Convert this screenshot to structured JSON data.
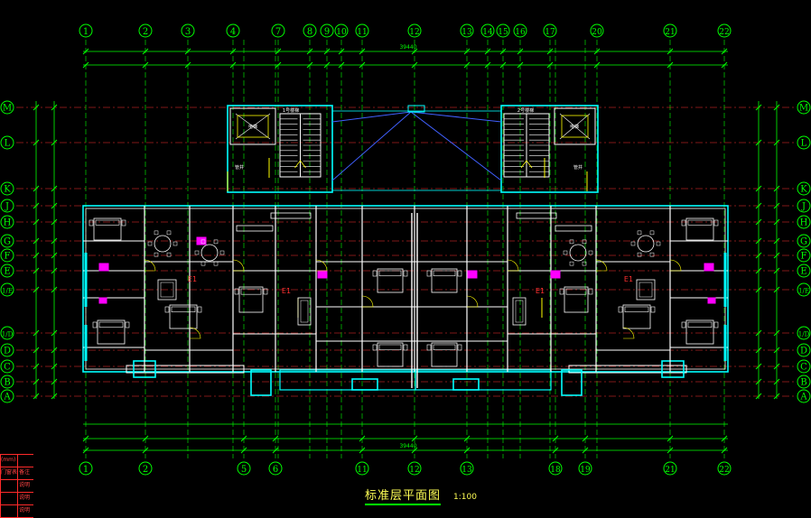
{
  "drawing": {
    "title": "标准层平面图",
    "scale": "1:100"
  },
  "axes": {
    "top": [
      "1",
      "2",
      "3",
      "4",
      "7",
      "8",
      "9",
      "10",
      "11",
      "12",
      "13",
      "14",
      "15",
      "16",
      "17",
      "20",
      "21",
      "22"
    ],
    "bottom": [
      "1",
      "2",
      "5",
      "6",
      "11",
      "12",
      "13",
      "18",
      "19",
      "21",
      "22"
    ],
    "rows": [
      "M",
      "L",
      "K",
      "J",
      "H",
      "G",
      "F",
      "E",
      "1/E",
      "1/D",
      "D",
      "C",
      "B",
      "A"
    ]
  },
  "overall_dims": {
    "top": "39440",
    "bottom": "39440"
  },
  "room_labels": {
    "stair_left": "1号楼梯",
    "stair_right": "2号楼梯",
    "elevator_left": "电梯",
    "elevator_right": "电梯",
    "shaft_left": "管井",
    "shaft_right": "管井",
    "unit_left": "E1",
    "unit_mid_left": "E1",
    "unit_mid_right": "E1",
    "unit_right": "E1"
  },
  "legend": {
    "header": "(mm)",
    "rows": [
      {
        "a": "门窗表",
        "b": "备注"
      },
      {
        "a": "",
        "b": "说明"
      },
      {
        "a": "",
        "b": "说明"
      },
      {
        "a": "",
        "b": "说明"
      }
    ]
  },
  "colors": {
    "background": "#000000",
    "axis": "#00ff00",
    "wall": "#ffffff",
    "wall_outline": "#00ffff",
    "dimension": "#00ff00",
    "grid": "#ff3030",
    "accent": "#ffff00",
    "magenta": "#ff00ff",
    "blue": "#4060ff"
  }
}
